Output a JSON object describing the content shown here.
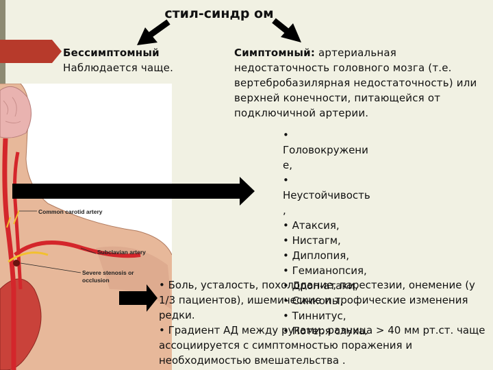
{
  "title": "стил-синдр ом",
  "columns": {
    "asymptomatic": {
      "heading": "Бессимптомный",
      "text": "Наблюдается чаще."
    },
    "symptomatic": {
      "heading": "Симптомный:",
      "text": "артериальная недостаточность головного мозга (т.е. вертебробазилярная недостаточность) или верхней конечности, питающейся от подключичной артерии."
    }
  },
  "symptoms": [
    "•",
    "Головокружени",
    "е,",
    "•",
    "Неустойчивость",
    ",",
    "• Атаксия,",
    "• Нистагм,",
    "• Диплопия,",
    "• Гемианопсия,",
    "• Дроп-атаки,",
    "• Синкопы,",
    "• Тиннитус,",
    "• Потеря слуха."
  ],
  "limb_symptoms": [
    "• Боль, усталость, похолодание, парестезии, онемение (у 1/3 пациентов), ишемические и трофические изменения редки.",
    "• Градиент АД между руками: разница > 40 мм рт.ст. чаще ассоциируется с симптомностью поражения и необходимостью вмешательства ."
  ],
  "illustration": {
    "labels": {
      "carotid": "Common carotid artery",
      "subclavian": "Subclavian artery",
      "stenosis_line1": "Severe stenosis or",
      "stenosis_line2": "occlusion"
    }
  },
  "colors": {
    "background": "#f1f1e3",
    "accent_tab": "#b73a2b",
    "side_bar": "#8d8a73",
    "artery": "#d4262b"
  }
}
